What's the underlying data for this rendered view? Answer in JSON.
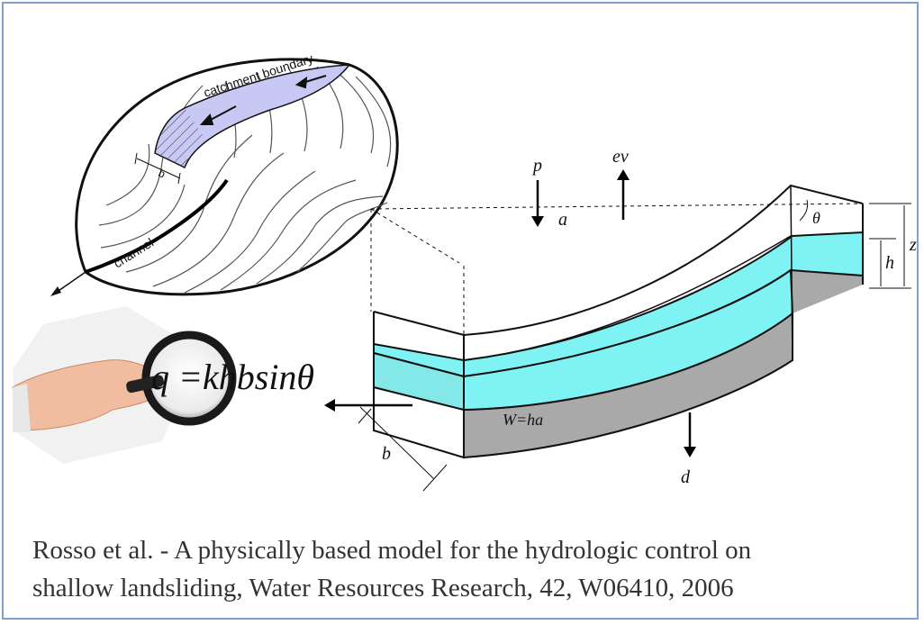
{
  "catchment": {
    "boundary_label": "catchment boundary",
    "channel_label": "channel",
    "width_label": "b",
    "colors": {
      "hillslope_fill": "#c7c9f4",
      "outline": "#111111"
    }
  },
  "equation": {
    "text": "q =khbsinθ"
  },
  "block": {
    "labels": {
      "precip": "p",
      "evap": "ev",
      "area": "a",
      "angle": "θ",
      "water_height": "h",
      "soil_depth": "z",
      "storage": "W=ha",
      "width": "b",
      "drainage": "d"
    },
    "colors": {
      "water": "#7ff3f3",
      "soil": "#a9a9a9"
    }
  },
  "caption": {
    "line1": "Rosso et al. - A physically based model for the hydrologic control on",
    "line2": "shallow landsliding, Water Resources Research, 42, W06410, 2006"
  },
  "colors": {
    "frame_border": "#7f9fd0",
    "caption_text": "#333333"
  }
}
